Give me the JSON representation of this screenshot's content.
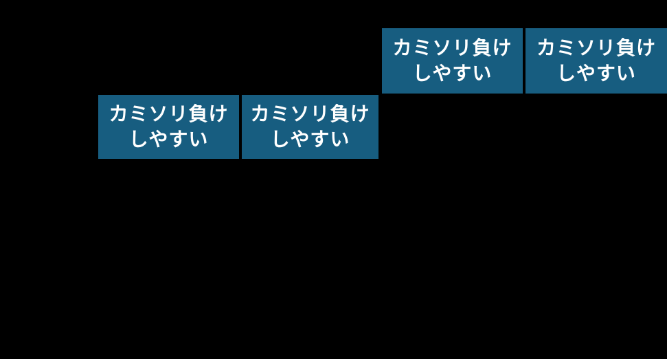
{
  "canvas": {
    "background_color": "#000000"
  },
  "table_fragment": {
    "cell_color": "#175d80",
    "text_color": "#ffffff",
    "cells": [
      {
        "row": 1,
        "col": 3,
        "label": "カミソリ負け\nしやすい"
      },
      {
        "row": 1,
        "col": 4,
        "label": "カミソリ負け\nしやすい"
      },
      {
        "row": 2,
        "col": 1,
        "label": "カミソリ負け\nしやすい"
      },
      {
        "row": 2,
        "col": 2,
        "label": "カミソリ負け\nしやすい"
      }
    ]
  }
}
